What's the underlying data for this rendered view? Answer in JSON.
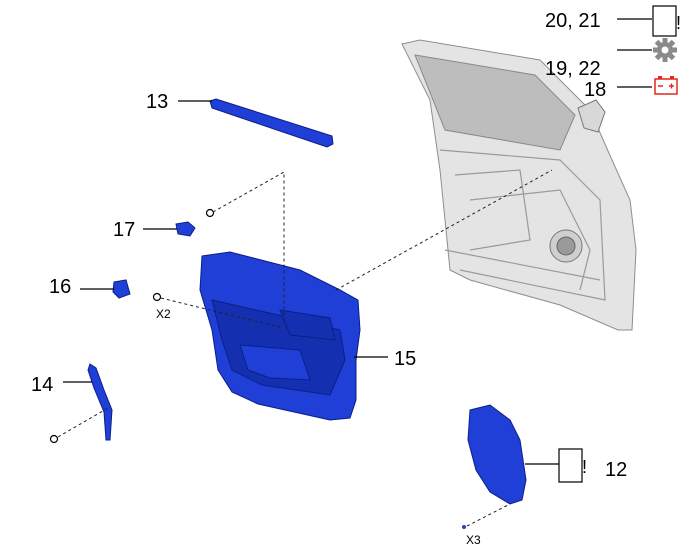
{
  "callouts": {
    "c13": "13",
    "c17": "17",
    "c16": "16",
    "c14": "14",
    "c15": "15",
    "c12": "12",
    "c20_21": "20, 21",
    "c19_22": "19, 22",
    "c18": "18"
  },
  "quantities": {
    "q_screw_x2": "X2",
    "q_clip_x3": "X3"
  },
  "notes": {
    "warn_top": "!",
    "warn_12": "!"
  },
  "icons": {
    "note_box": "note-box-icon",
    "gear": "gear-icon",
    "battery": "battery-icon"
  },
  "colors": {
    "part_blue": "#1f3fd6",
    "battery_red": "#e8251f",
    "gear_gray": "#8a8a8a"
  }
}
